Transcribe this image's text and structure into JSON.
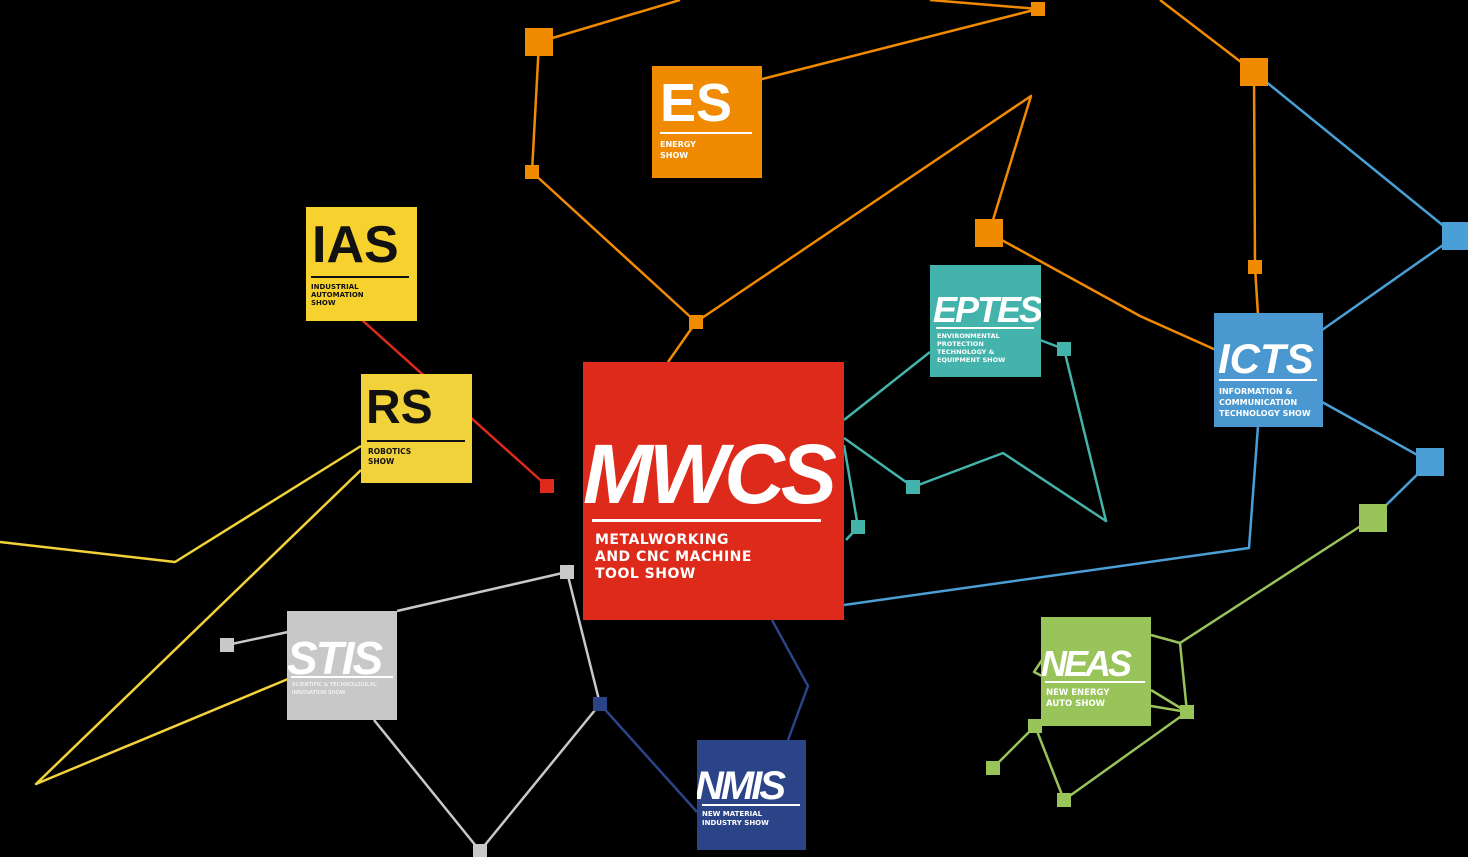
{
  "colors": {
    "background": "#000000",
    "orange": "#f08a00",
    "yellow": "#f2d23a",
    "red": "#dd2a1b",
    "teal": "#44b3ab",
    "blue": "#4a98cf",
    "lightblue": "#4a9fd6",
    "grey": "#c8c8c8",
    "navy": "#2a4487",
    "green": "#98c459"
  },
  "shows": [
    {
      "key": "mwcs",
      "abbr": "MWCS",
      "subtitle": "METALWORKING\nAND CNC MACHINE\nTOOL SHOW",
      "color": "#dd2a1b",
      "text_color": "#ffffff"
    },
    {
      "key": "es",
      "abbr": "ES",
      "subtitle": "ENERGY\nSHOW",
      "color": "#f08a00",
      "text_color": "#ffffff"
    },
    {
      "key": "ias",
      "abbr": "IAS",
      "subtitle": "INDUSTRIAL\nAUTOMATION\nSHOW",
      "color": "#f7d22e",
      "text_color": "#111111"
    },
    {
      "key": "rs",
      "abbr": "RS",
      "subtitle": "ROBOTICS\nSHOW",
      "color": "#f2d23a",
      "text_color": "#111111"
    },
    {
      "key": "eptes",
      "abbr": "EPTES",
      "subtitle": "ENVIRONMENTAL\nPROTECTION\nTECHNOLOGY &\nEQUIPMENT SHOW",
      "color": "#44b3ab",
      "text_color": "#ffffff"
    },
    {
      "key": "icts",
      "abbr": "ICTS",
      "subtitle": "INFORMATION &\nCOMMUNICATION\nTECHNOLOGY SHOW",
      "color": "#4a98cf",
      "text_color": "#ffffff"
    },
    {
      "key": "stis",
      "abbr": "STIS",
      "subtitle": "SCIENTIFIC & TECHNOLOGICAL\nINNOVATION SHOW",
      "color": "#c8c8c8",
      "text_color": "#ffffff"
    },
    {
      "key": "nmis",
      "abbr": "NMIS",
      "subtitle": "NEW MATERIAL\nINDUSTRY SHOW",
      "color": "#2a4487",
      "text_color": "#ffffff"
    },
    {
      "key": "neas",
      "abbr": "NEAS",
      "subtitle": "NEW ENERGY\nAUTO SHOW",
      "color": "#98c459",
      "text_color": "#ffffff"
    }
  ]
}
